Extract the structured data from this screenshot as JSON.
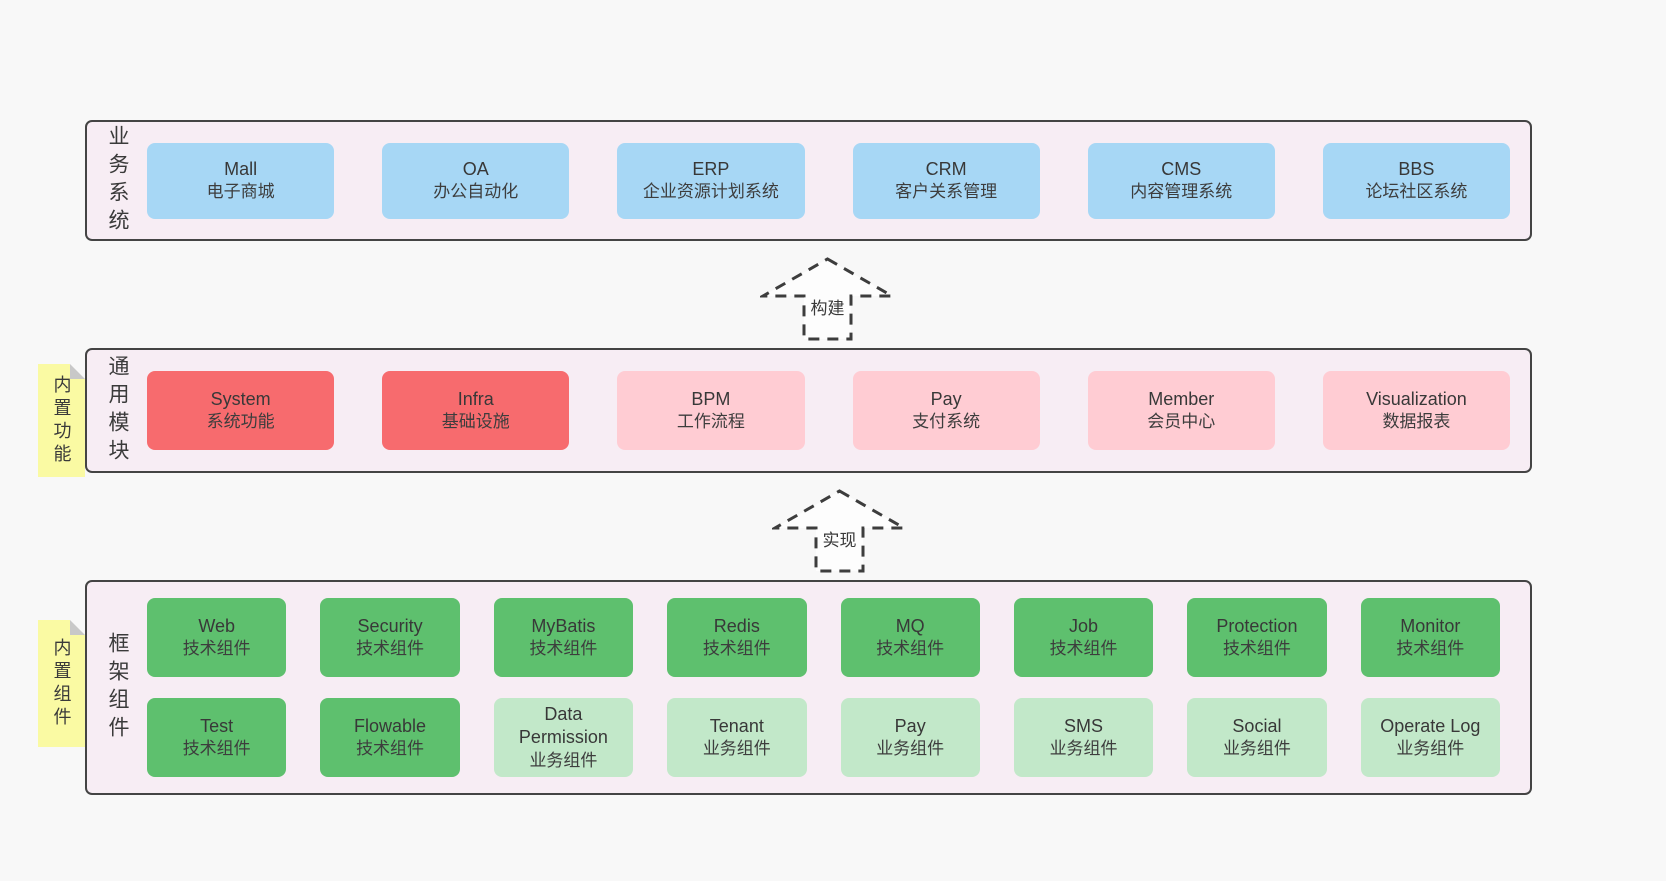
{
  "colors": {
    "page_bg": "#f8f8f8",
    "panel_bg": "#f7edf4",
    "panel_border": "#444444",
    "note_bg": "#fafaa3",
    "note_fold": "#c8c8c8",
    "box_blue": "#a7d7f5",
    "box_red": "#f76b6e",
    "box_pink": "#ffccd3",
    "box_green": "#5ec06e",
    "box_green_light": "#c2e8c9"
  },
  "layers": [
    {
      "label": "业务系统",
      "boxes": [
        {
          "name": "Mall",
          "subtitle": "电子商城"
        },
        {
          "name": "OA",
          "subtitle": "办公自动化"
        },
        {
          "name": "ERP",
          "subtitle": "企业资源计划系统"
        },
        {
          "name": "CRM",
          "subtitle": "客户关系管理"
        },
        {
          "name": "CMS",
          "subtitle": "内容管理系统"
        },
        {
          "name": "BBS",
          "subtitle": "论坛社区系统"
        }
      ]
    },
    {
      "label": "通用模块",
      "note": "内置功能",
      "boxes": [
        {
          "name": "System",
          "subtitle": "系统功能"
        },
        {
          "name": "Infra",
          "subtitle": "基础设施"
        },
        {
          "name": "BPM",
          "subtitle": "工作流程"
        },
        {
          "name": "Pay",
          "subtitle": "支付系统"
        },
        {
          "name": "Member",
          "subtitle": "会员中心"
        },
        {
          "name": "Visualization",
          "subtitle": "数据报表"
        }
      ]
    },
    {
      "label": "框架组件",
      "note": "内置组件",
      "rows": [
        [
          {
            "name": "Web",
            "subtitle": "技术组件"
          },
          {
            "name": "Security",
            "subtitle": "技术组件"
          },
          {
            "name": "MyBatis",
            "subtitle": "技术组件"
          },
          {
            "name": "Redis",
            "subtitle": "技术组件"
          },
          {
            "name": "MQ",
            "subtitle": "技术组件"
          },
          {
            "name": "Job",
            "subtitle": "技术组件"
          },
          {
            "name": "Protection",
            "subtitle": "技术组件"
          },
          {
            "name": "Monitor",
            "subtitle": "技术组件"
          }
        ],
        [
          {
            "name": "Test",
            "subtitle": "技术组件"
          },
          {
            "name": "Flowable",
            "subtitle": "技术组件"
          },
          {
            "name": "Data Permission",
            "subtitle": "业务组件"
          },
          {
            "name": "Tenant",
            "subtitle": "业务组件"
          },
          {
            "name": "Pay",
            "subtitle": "业务组件"
          },
          {
            "name": "SMS",
            "subtitle": "业务组件"
          },
          {
            "name": "Social",
            "subtitle": "业务组件"
          },
          {
            "name": "Operate Log",
            "subtitle": "业务组件"
          }
        ]
      ]
    }
  ],
  "arrows": [
    {
      "label": "构建"
    },
    {
      "label": "实现"
    }
  ]
}
